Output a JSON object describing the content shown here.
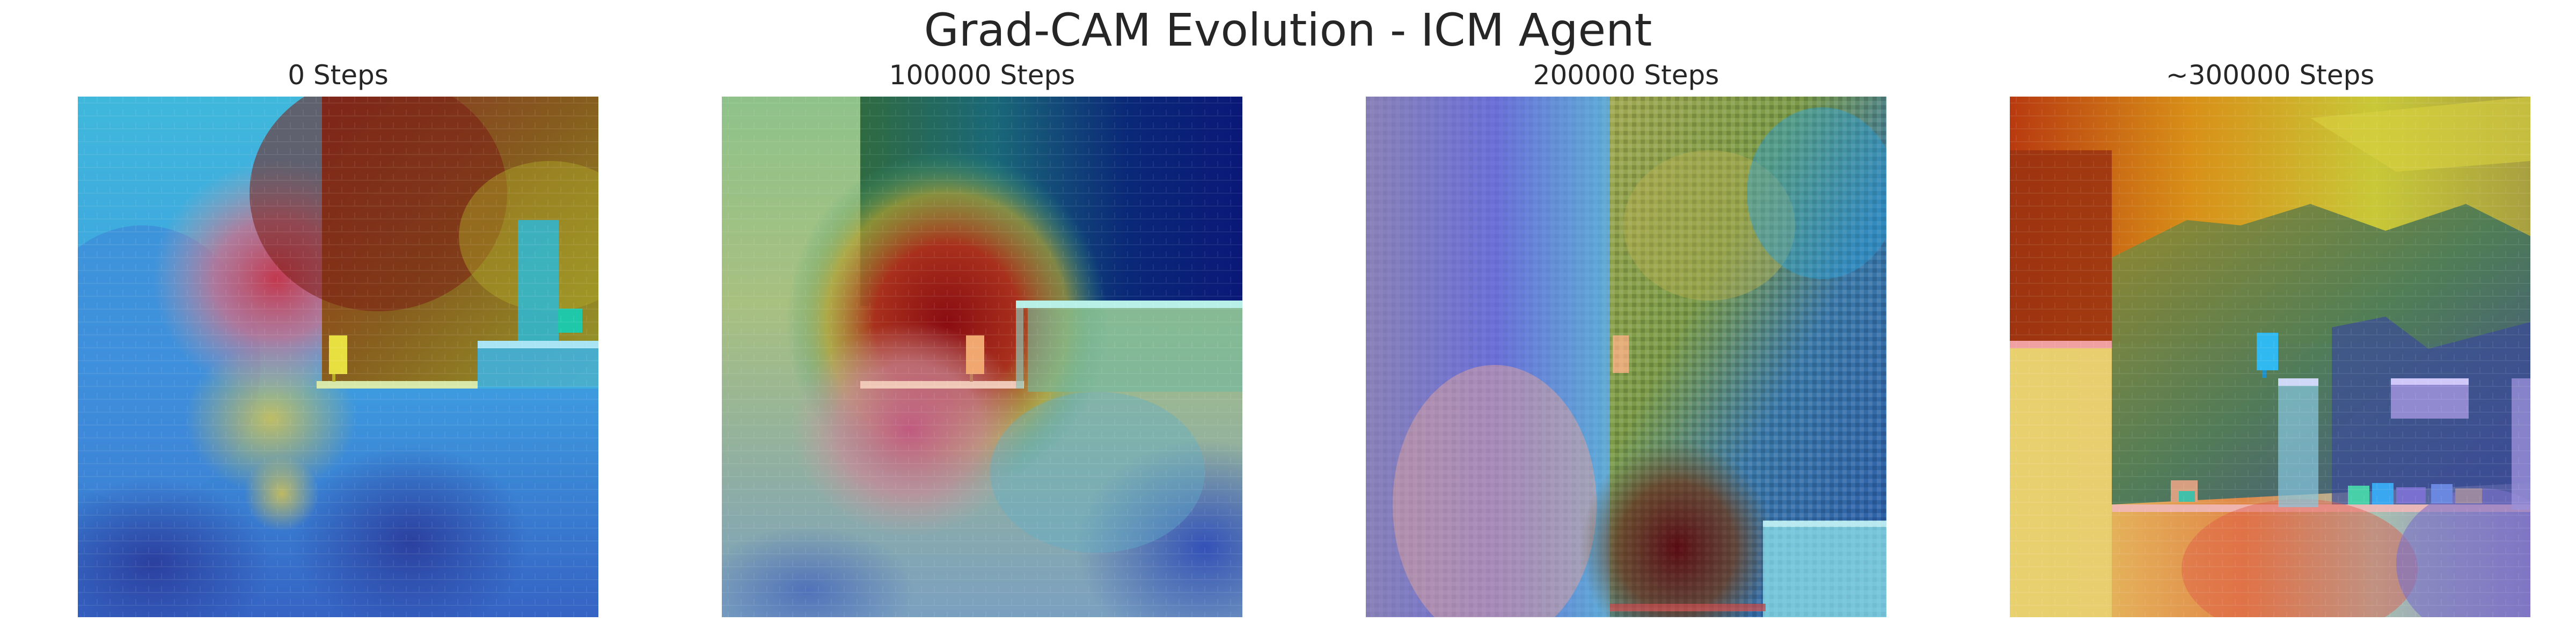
{
  "figure": {
    "title": "Grad-CAM Evolution - ICM Agent"
  },
  "panels": [
    {
      "title": "0 Steps"
    },
    {
      "title": "100000 Steps"
    },
    {
      "title": "200000 Steps"
    },
    {
      "title": "~300000 Steps"
    }
  ]
}
